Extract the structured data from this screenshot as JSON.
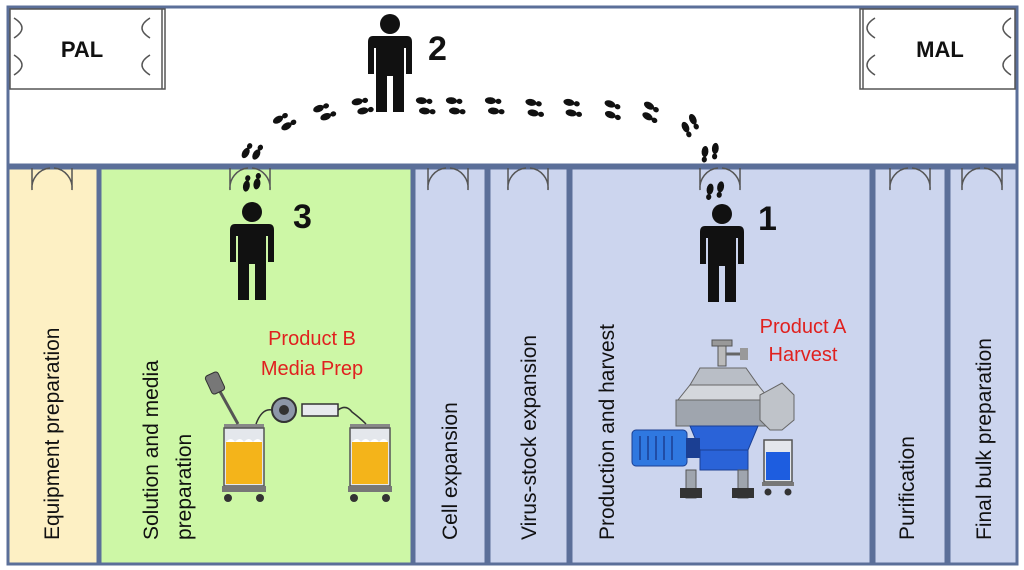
{
  "airlocks": {
    "left": "PAL",
    "right": "MAL"
  },
  "rooms": [
    {
      "key": "equipment",
      "label": "Equipment preparation"
    },
    {
      "key": "solution",
      "label1": "Solution and media",
      "label2": "preparation"
    },
    {
      "key": "cell",
      "label": "Cell expansion"
    },
    {
      "key": "virus",
      "label": "Virus-stock expansion"
    },
    {
      "key": "production",
      "label": "Production and harvest"
    },
    {
      "key": "purification",
      "label": "Purification"
    },
    {
      "key": "final",
      "label": "Final bulk preparation"
    }
  ],
  "operators": [
    {
      "number": "1"
    },
    {
      "number": "2"
    },
    {
      "number": "3"
    }
  ],
  "products": {
    "b": {
      "line1": "Product B",
      "line2": "Media Prep"
    },
    "a": {
      "line1": "Product A",
      "line2": "Harvest"
    }
  },
  "colors": {
    "wall": "#5b6f99",
    "corridor": "#ffffff",
    "equipment_room": "#fdf0c4",
    "solution_room": "#cdf7a6",
    "blue_room": "#ccd5ee",
    "product_text": "#e0211f",
    "tank_liquid": "#f4b41a",
    "centrifuge_blue": "#2a63d8"
  }
}
